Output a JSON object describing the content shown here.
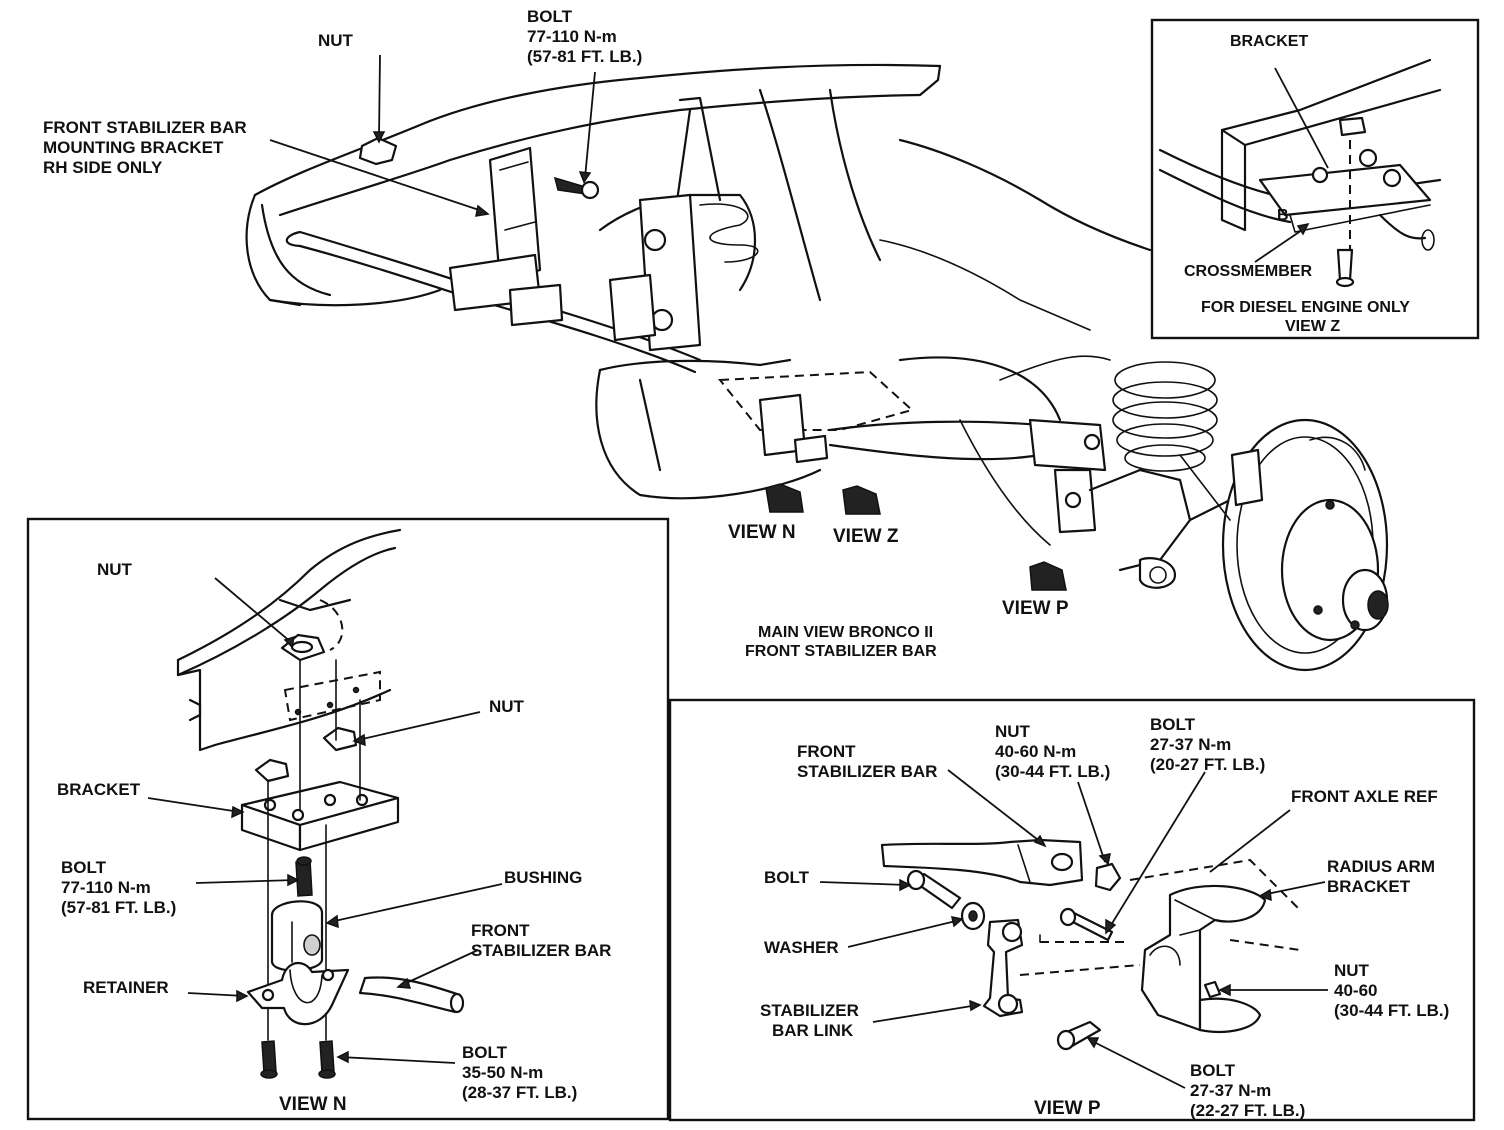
{
  "main_view": {
    "nut": "NUT",
    "bolt": "BOLT",
    "bolt_torque_nm": "77-110 N-m",
    "bolt_torque_ftlb": "(57-81 FT. LB.)",
    "bracket_line1": "FRONT STABILIZER BAR",
    "bracket_line2": "MOUNTING BRACKET",
    "bracket_line3": "RH SIDE ONLY",
    "view_n": "VIEW N",
    "view_z": "VIEW Z",
    "view_p": "VIEW P",
    "caption_line1": "MAIN VIEW BRONCO II",
    "caption_line2": "FRONT STABILIZER BAR"
  },
  "view_z": {
    "bracket": "BRACKET",
    "crossmember": "CROSSMEMBER",
    "note": "FOR DIESEL ENGINE ONLY",
    "title": "VIEW Z"
  },
  "view_n": {
    "nut_top": "NUT",
    "nut_mid": "NUT",
    "bracket": "BRACKET",
    "bolt_upper": "BOLT",
    "bolt_upper_nm": "77-110 N-m",
    "bolt_upper_ftlb": "(57-81 FT. LB.)",
    "bushing": "BUSHING",
    "bar_line1": "FRONT",
    "bar_line2": "STABILIZER BAR",
    "retainer": "RETAINER",
    "bolt_lower": "BOLT",
    "bolt_lower_nm": "35-50 N-m",
    "bolt_lower_ftlb": "(28-37 FT. LB.)",
    "title": "VIEW N"
  },
  "view_p": {
    "bar_line1": "FRONT",
    "bar_line2": "STABILIZER BAR",
    "nut": "NUT",
    "nut_nm": "40-60 N-m",
    "nut_ftlb": "(30-44 FT. LB.)",
    "bolt_top": "BOLT",
    "bolt_top_nm": "27-37 N-m",
    "bolt_top_ftlb": "(20-27 FT. LB.)",
    "axle_ref": "FRONT AXLE REF",
    "radius_line1": "RADIUS ARM",
    "radius_line2": "BRACKET",
    "bolt_left": "BOLT",
    "washer": "WASHER",
    "link_line1": "STABILIZER",
    "link_line2": "BAR LINK",
    "nut_right": "NUT",
    "nut_right_val": "40-60",
    "nut_right_ftlb": "(30-44 FT. LB.)",
    "bolt_bottom": "BOLT",
    "bolt_bottom_nm": "27-37 N-m",
    "bolt_bottom_ftlb": "(22-27 FT. LB.)",
    "title": "VIEW P"
  }
}
